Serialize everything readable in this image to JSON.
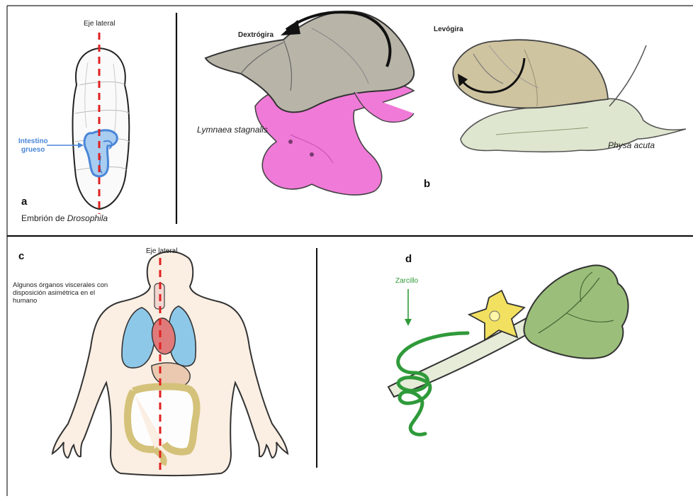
{
  "panel_a": {
    "letter": "a",
    "axis_label": "Eje lateral",
    "organ_label_line1": "Intestino",
    "organ_label_line2": "grueso",
    "caption_prefix": "Embrión de ",
    "caption_italic": "Drosophila"
  },
  "panel_b": {
    "letter": "b",
    "dextral_label": "Dextrógira",
    "sinistral_label": "Levógira",
    "dextral_species": "Lymnaea stagnalis",
    "sinistral_species": "Physa acuta"
  },
  "panel_c": {
    "letter": "c",
    "axis_label": "Eje lateral",
    "description_line1": "Algunos órganos viscerales con",
    "description_line2": "disposición asimétrica en el",
    "description_line3": "humano"
  },
  "panel_d": {
    "letter": "d",
    "tendril_label": "Zarcillo"
  },
  "colors": {
    "axis_dashes": "#e02020",
    "intestine_blue": "#4a86d8",
    "snail_body_pink": "#f07ad8",
    "snail_shell_grey": "#b8b4a8",
    "physa_shell": "#cfc4a0",
    "lung_blue": "#8ec8e8",
    "heart_red": "#e07a7a",
    "colon_yellow": "#d4c27a",
    "tendril_green": "#2f9a3a",
    "leaf_green": "#9bbf7a",
    "flower_yellow": "#f2e060"
  }
}
